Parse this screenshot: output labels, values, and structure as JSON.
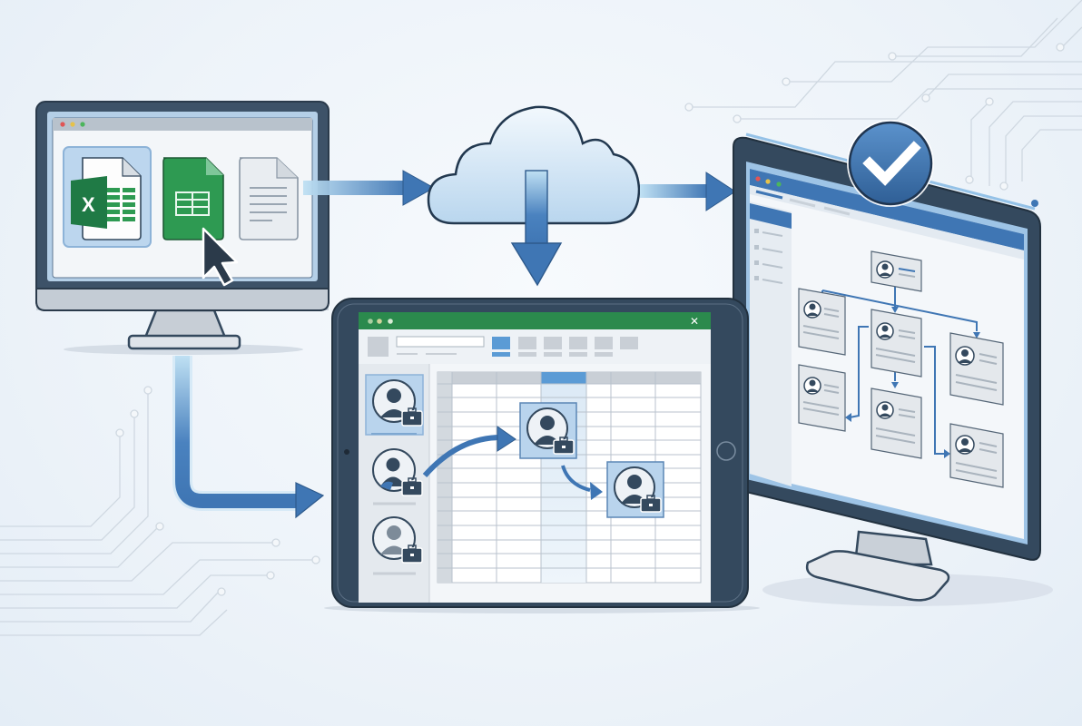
{
  "title": "Spreadsheet to cloud to org chart workflow illustration",
  "colors": {
    "background": "#eef3f8",
    "frame_dark": "#34495e",
    "accent_blue": "#3f76b4",
    "light_blue": "#c9dff1",
    "excel_green": "#1f7a45",
    "sheets_green": "#2e9a52",
    "circuit_line": "#cdd6df"
  },
  "source_monitor": {
    "files": [
      {
        "name": "excel-file",
        "glyph": "X"
      },
      {
        "name": "sheets-file"
      },
      {
        "name": "text-document-file"
      }
    ],
    "cursor": "pointer-cursor"
  },
  "cloud": {
    "label": "cloud-storage"
  },
  "tablet": {
    "app_bar_close": "✕",
    "people": [
      "employee-1",
      "employee-2",
      "employee-3"
    ]
  },
  "target_monitor": {
    "badge": "✔",
    "org_chart": {
      "nodes": [
        "root",
        "left-1",
        "center-1",
        "right-1",
        "left-2",
        "center-2",
        "right-2"
      ]
    }
  }
}
